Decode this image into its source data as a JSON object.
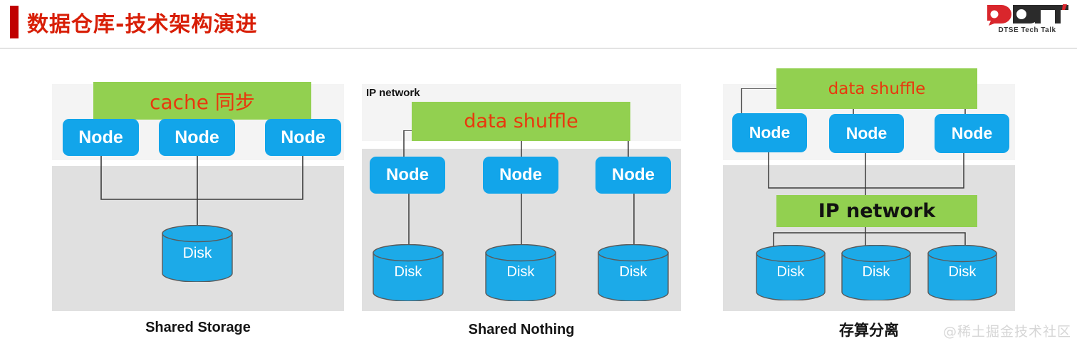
{
  "header": {
    "title": "数据仓库-技术架构演进",
    "accent_color": "#C00000",
    "title_color": "#D81E06",
    "logo": {
      "mark": "DTT",
      "subtitle": "DTSE  Tech Talk"
    }
  },
  "colors": {
    "green": "#92D050",
    "node_blue": "#12A5EA",
    "disk_blue": "#1CAAE8",
    "red_text": "#E8380D",
    "band_top": "#f4f4f4",
    "band_bottom": "#e0e0e0",
    "connector": "#3a3a3a"
  },
  "panels": [
    {
      "id": "shared-storage",
      "caption": "Shared Storage",
      "banner": {
        "label": "cache 同步",
        "text_color": "red"
      },
      "nodes": [
        {
          "label": "Node"
        },
        {
          "label": "Node"
        },
        {
          "label": "Node"
        }
      ],
      "disks": [
        {
          "label": "Disk"
        }
      ],
      "network_label": null,
      "network_box": null
    },
    {
      "id": "shared-nothing",
      "caption": "Shared Nothing",
      "banner": {
        "label": "data shuffle",
        "text_color": "red"
      },
      "nodes": [
        {
          "label": "Node"
        },
        {
          "label": "Node"
        },
        {
          "label": "Node"
        }
      ],
      "disks": [
        {
          "label": "Disk"
        },
        {
          "label": "Disk"
        },
        {
          "label": "Disk"
        }
      ],
      "network_label": "IP network",
      "network_box": null
    },
    {
      "id": "compute-storage-separation",
      "caption": "存算分离",
      "banner": {
        "label": "data shuffle",
        "text_color": "red"
      },
      "nodes": [
        {
          "label": "Node"
        },
        {
          "label": "Node"
        },
        {
          "label": "Node"
        }
      ],
      "disks": [
        {
          "label": "Disk"
        },
        {
          "label": "Disk"
        },
        {
          "label": "Disk"
        }
      ],
      "network_label": null,
      "network_box": {
        "label": "IP network",
        "text_color": "black"
      }
    }
  ],
  "watermark": "@稀土掘金技术社区"
}
